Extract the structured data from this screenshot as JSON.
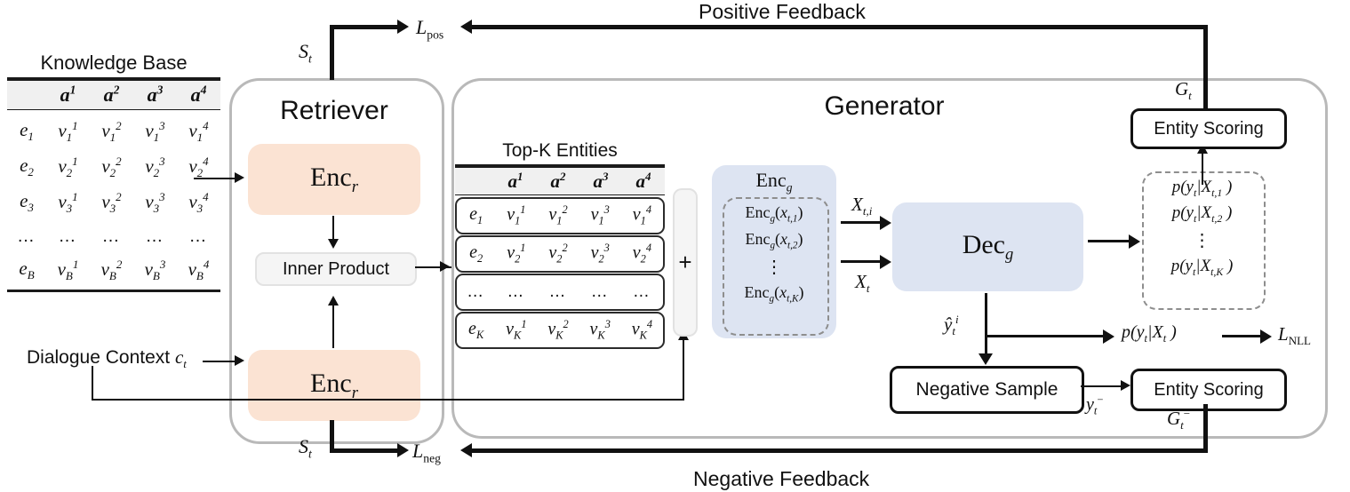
{
  "figure": {
    "title_positive": "Positive Feedback",
    "title_negative": "Negative Feedback"
  },
  "knowledge_base": {
    "title": "Knowledge Base",
    "columns": [
      "",
      "a1",
      "a2",
      "a3",
      "a4"
    ],
    "column_labels": [
      "a",
      "a",
      "a",
      "a"
    ],
    "column_sups": [
      "1",
      "2",
      "3",
      "4"
    ],
    "rows": [
      {
        "entity": "e",
        "entity_sub": "1",
        "values_sub": "1",
        "values_sup": [
          "1",
          "2",
          "3",
          "4"
        ]
      },
      {
        "entity": "e",
        "entity_sub": "2",
        "values_sub": "2",
        "values_sup": [
          "1",
          "2",
          "3",
          "4"
        ]
      },
      {
        "entity": "e",
        "entity_sub": "3",
        "values_sub": "3",
        "values_sup": [
          "1",
          "2",
          "3",
          "4"
        ]
      },
      {
        "entity": "…",
        "entity_sub": "",
        "values_sub": "",
        "values_sup": [
          "",
          "",
          "",
          ""
        ]
      },
      {
        "entity": "e",
        "entity_sub": "B",
        "values_sub": "B",
        "values_sup": [
          "1",
          "2",
          "3",
          "4"
        ]
      }
    ],
    "ellipsis": "…"
  },
  "retriever": {
    "title": "Retriever",
    "encoder_top": "Enc",
    "encoder_top_sub": "r",
    "encoder_bottom": "Enc",
    "encoder_bottom_sub": "r",
    "inner_product": "Inner Product"
  },
  "generator": {
    "title": "Generator",
    "topk": {
      "title": "Top-K Entities",
      "column_labels": [
        "a",
        "a",
        "a",
        "a"
      ],
      "column_sups": [
        "1",
        "2",
        "3",
        "4"
      ],
      "rows": [
        {
          "entity": "e",
          "entity_sub": "1",
          "values_sub": "1",
          "values_sup": [
            "1",
            "2",
            "3",
            "4"
          ]
        },
        {
          "entity": "e",
          "entity_sub": "2",
          "values_sub": "2",
          "values_sup": [
            "1",
            "2",
            "3",
            "4"
          ]
        },
        {
          "entity": "…",
          "entity_sub": "",
          "values_sub": "",
          "values_sup": [
            "",
            "",
            "",
            ""
          ]
        },
        {
          "entity": "e",
          "entity_sub": "K",
          "values_sub": "K",
          "values_sup": [
            "1",
            "2",
            "3",
            "4"
          ]
        }
      ],
      "ellipsis": "…"
    },
    "plus_symbol": "+",
    "enc_g": {
      "label": "Enc",
      "label_sub": "g",
      "items": [
        {
          "fn": "Enc",
          "fn_sub": "g",
          "arg": "x",
          "arg_sub": "t,1"
        },
        {
          "fn": "Enc",
          "fn_sub": "g",
          "arg": "x",
          "arg_sub": "t,2"
        },
        {
          "fn": "Enc",
          "fn_sub": "g",
          "arg": "x",
          "arg_sub": "t,K"
        }
      ],
      "vdots": "⋮"
    },
    "dec_g": {
      "label": "Dec",
      "label_sub": "g"
    },
    "prob_box": {
      "items": [
        {
          "p": "p",
          "y": "y",
          "y_sub": "t",
          "X": "X",
          "X_sub": "t,1"
        },
        {
          "p": "p",
          "y": "y",
          "y_sub": "t",
          "X": "X",
          "X_sub": "t,2"
        },
        {
          "p": "p",
          "y": "y",
          "y_sub": "t",
          "X": "X",
          "X_sub": "t,K"
        }
      ],
      "vdots": "⋮"
    },
    "prob_single": {
      "p": "p",
      "y": "y",
      "y_sub": "t",
      "X": "X",
      "X_sub": "t"
    },
    "entity_scoring_top": "Entity Scoring",
    "entity_scoring_bottom": "Entity Scoring",
    "negative_sample": "Negative Sample"
  },
  "edges": {
    "dialogue_context": "Dialogue Context",
    "dialogue_context_var": "c",
    "dialogue_context_sub": "t",
    "S_t": "S",
    "S_t_sub": "t",
    "L_pos": "L",
    "L_pos_sub": "pos",
    "L_neg": "L",
    "L_neg_sub": "neg",
    "L_nll": "L",
    "L_nll_sub": "NLL",
    "G_t": "G",
    "G_t_sub": "t",
    "G_t_neg": "G",
    "G_t_neg_sub": "t",
    "G_t_neg_sup": "−",
    "X_ti": "X",
    "X_ti_sub": "t,i",
    "X_t": "X",
    "X_t_sub": "t",
    "y_hat": "ŷ",
    "y_hat_sub": "t",
    "y_hat_sup": "i",
    "y_neg": "y",
    "y_neg_sub": "t",
    "y_neg_sup": "−"
  },
  "colors": {
    "peach": "#fbe3d3",
    "blue": "#dde4f2",
    "panel_border": "#b9b9b9",
    "header_fill": "#f0f0f0",
    "dashed": "#8e8e8e",
    "line": "#111111"
  }
}
